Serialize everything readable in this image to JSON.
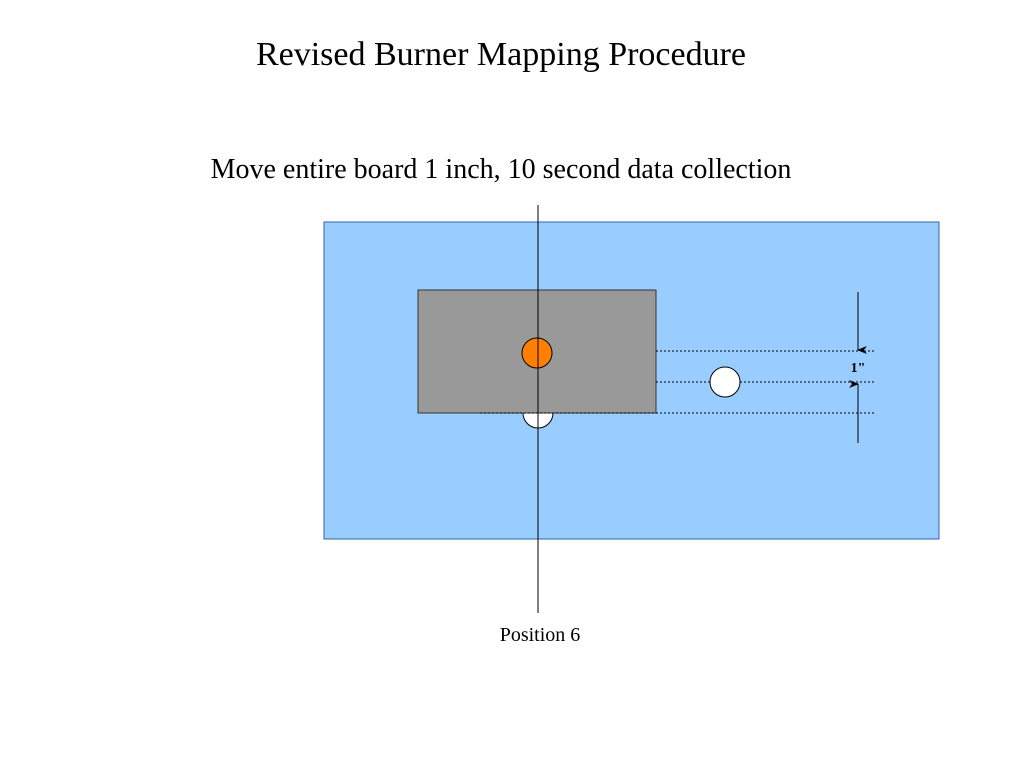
{
  "slide": {
    "title": "Revised Burner Mapping Procedure",
    "subtitle": "Move entire board 1 inch, 10 second data collection"
  },
  "diagram": {
    "position_label": "Position 6",
    "dimension_label": "1\"",
    "colors": {
      "board": "#99ccff",
      "burner": "#999999",
      "active_point": "#ff8000",
      "inactive_point": "#ffffff",
      "line": "#000000"
    }
  }
}
